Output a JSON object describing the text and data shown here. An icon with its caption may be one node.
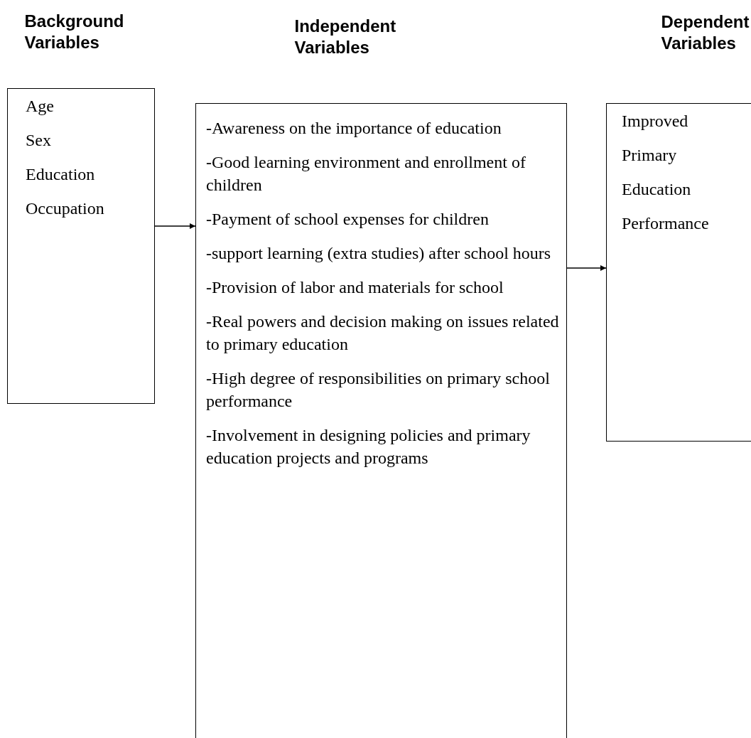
{
  "diagram": {
    "nodes": [
      {
        "text": [
          "Background Variables",
          "Age",
          "Sex",
          "Education",
          "Occupation"
        ]
      },
      {
        "text": [
          "Independent Variables",
          "-Awareness on the importance of education",
          "-Good learning environment and enrollment of children",
          "-Payment of school expenses for children",
          "-support learning (extra studies) after school hours",
          "-Provision of labor and materials for school",
          "-Real powers and decision making on issues related to primary education",
          "-High degree of responsibilities on primary school performance",
          "-Involvement in designing policies and primary education projects and programs"
        ]
      },
      {
        "text": [
          "Dependent Variables",
          "Improved",
          "Primary",
          "Education",
          "Performance"
        ]
      }
    ],
    "edges": [
      {
        "from": 0,
        "to": 1,
        "arrow": "to"
      },
      {
        "from": 1,
        "to": 2,
        "arrow": "to"
      }
    ]
  }
}
